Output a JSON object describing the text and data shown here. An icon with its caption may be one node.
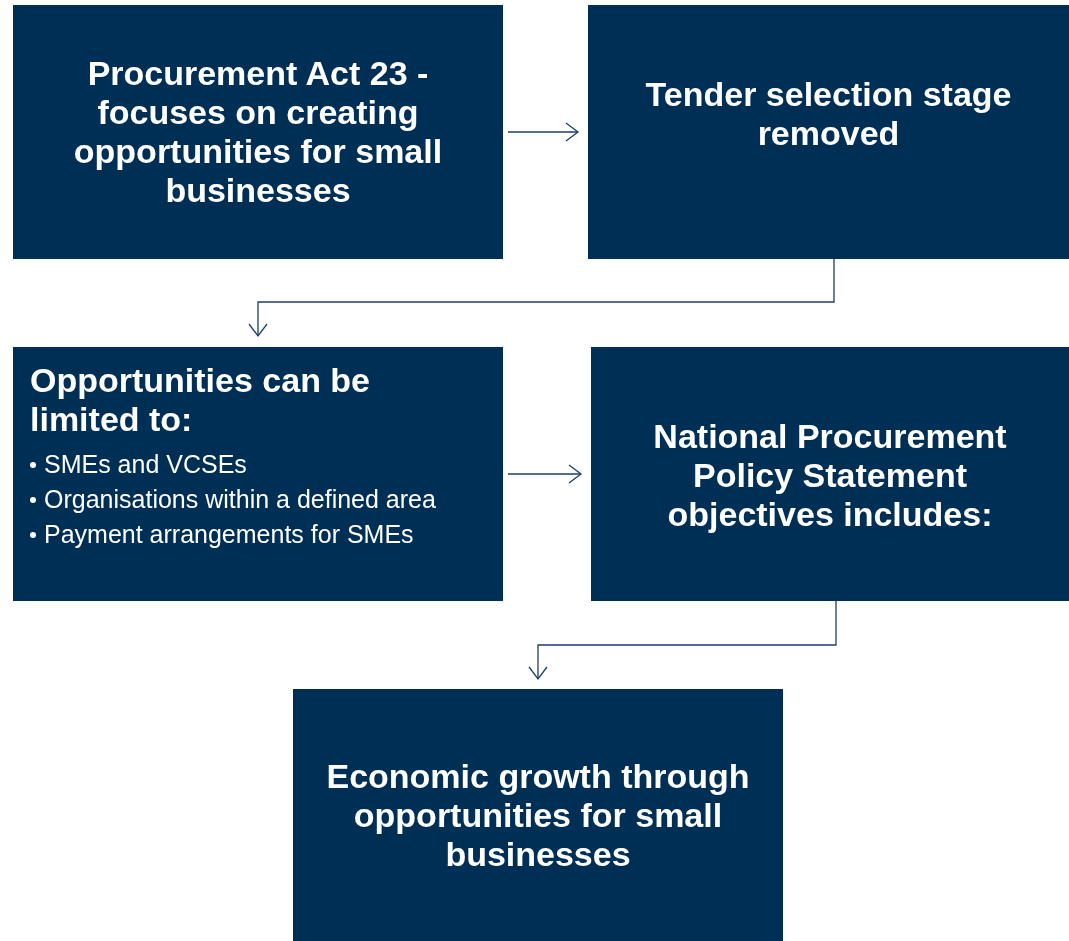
{
  "diagram": {
    "nodes": [
      {
        "text": [
          "Procurement Act 23 - focuses on creating opportunities for small businesses"
        ]
      },
      {
        "text": [
          "Tender selection stage removed"
        ]
      },
      {
        "text": [
          "Opportunities can be limited to:",
          "SMEs and VCSEs",
          "Organisations within a defined area",
          "Payment arrangements for SMEs"
        ]
      },
      {
        "text": [
          "National Procurement Policy Statement objectives includes:"
        ]
      },
      {
        "text": [
          "Economic growth through opportunities for small businesses"
        ]
      }
    ],
    "edges": [
      {
        "from": 0,
        "to": 1,
        "arrow": "to"
      },
      {
        "from": 1,
        "to": 2,
        "arrow": "to"
      },
      {
        "from": 2,
        "to": 3,
        "arrow": "to"
      },
      {
        "from": 3,
        "to": 4,
        "arrow": "to"
      }
    ]
  }
}
